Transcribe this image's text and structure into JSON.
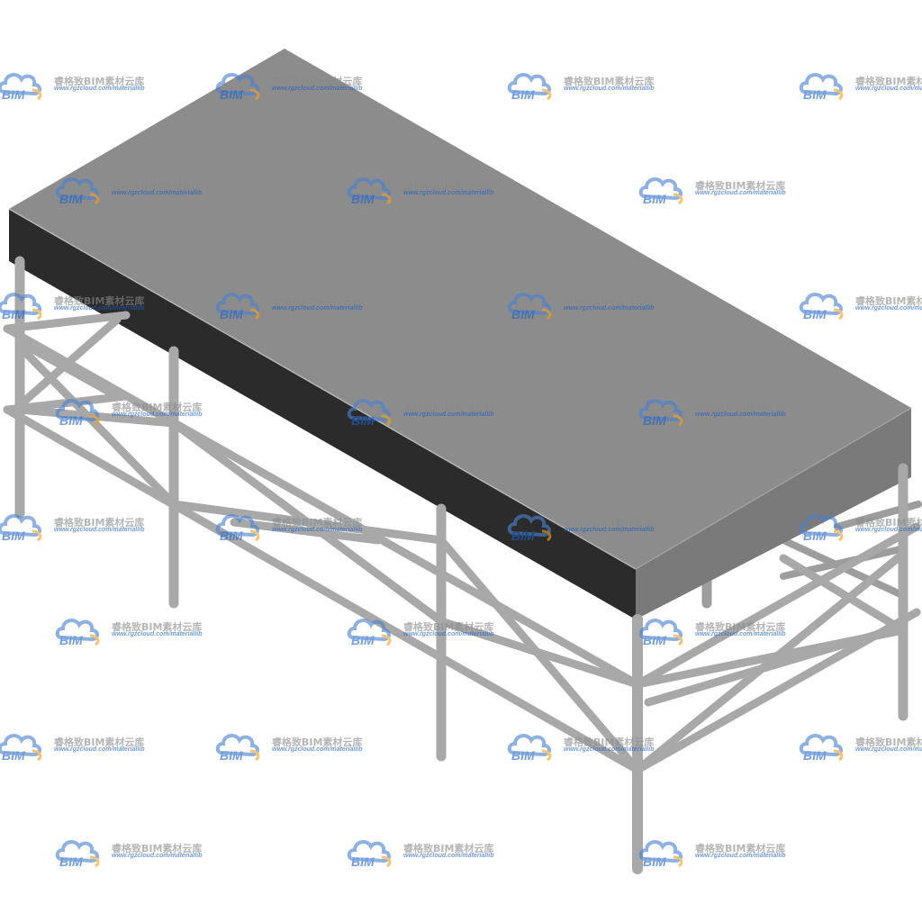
{
  "watermark": {
    "brand": "BIM",
    "name": "睿格致BIM素材云库",
    "url": "www.rgzcloud.com/materiallib",
    "cloud_color": "#4a82cf",
    "accent_color": "#f0a020"
  },
  "model": {
    "top_color": "#8c8c8c",
    "front_color": "#2b2b2b",
    "side_color": "#7a7a7a",
    "pipe_color": "#a8a8a8"
  }
}
